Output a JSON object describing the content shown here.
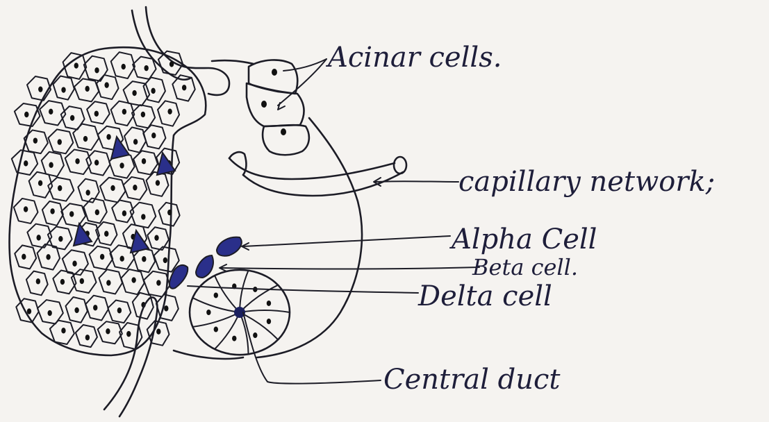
{
  "diagram": {
    "labels": {
      "acinar": "Acinar cells.",
      "capillary": "capillary network;",
      "alpha": "Alpha Cell",
      "beta": "Beta cell.",
      "delta": "Delta cell",
      "central_duct": "Central duct"
    },
    "colors": {
      "paper": "#f5f3f0",
      "ink": "#1c1c26",
      "blue_ink": "#2a2f8a",
      "label_ink": "#1e1e3a"
    }
  }
}
